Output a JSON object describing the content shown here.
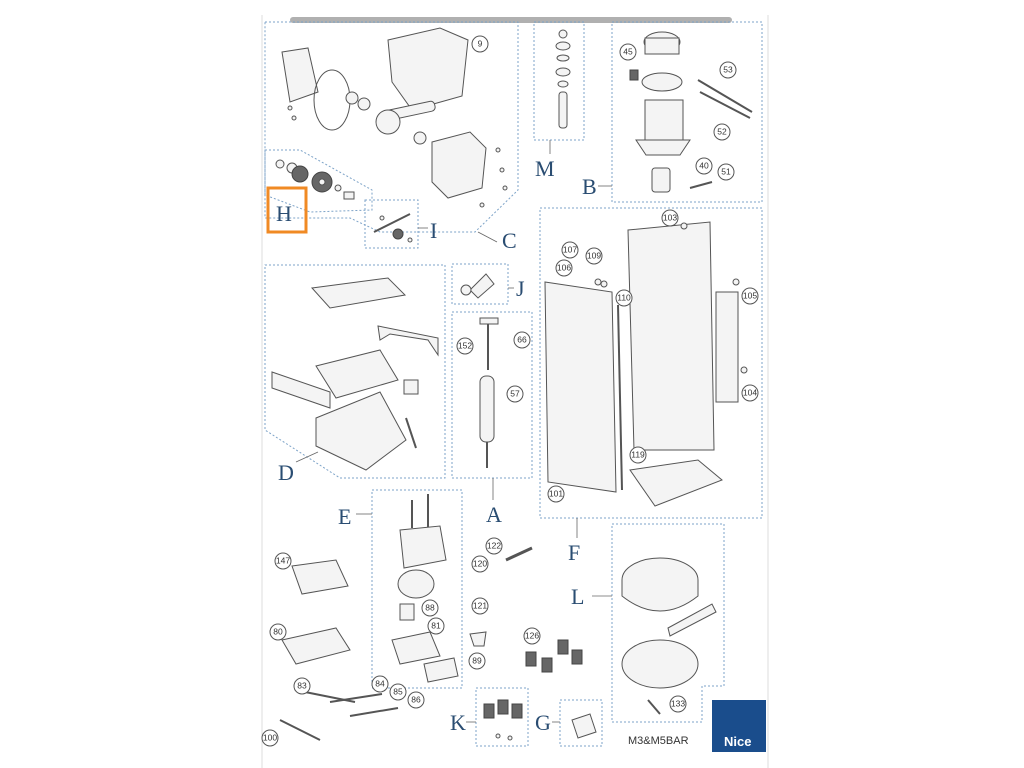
{
  "groups": {
    "A": "A",
    "B": "B",
    "C": "C",
    "D": "D",
    "E": "E",
    "F": "F",
    "G": "G",
    "H": "H",
    "I": "I",
    "J": "J",
    "K": "K",
    "L": "L",
    "M": "M"
  },
  "selected_group": "H",
  "part_numbers": {
    "p9": "9",
    "p45": "45",
    "p53": "53",
    "p52": "52",
    "p40": "40",
    "p51": "51",
    "p103": "103",
    "p107": "107",
    "p109": "109",
    "p106": "106",
    "p110": "110",
    "p105": "105",
    "p152": "152",
    "p66": "66",
    "p57": "57",
    "p104": "104",
    "p119": "119",
    "p101": "101",
    "p122": "122",
    "p120": "120",
    "p147": "147",
    "p88": "88",
    "p121": "121",
    "p80": "80",
    "p81": "81",
    "p126": "126",
    "p89": "89",
    "p83": "83",
    "p84": "84",
    "p85": "85",
    "p86": "86",
    "p133": "133",
    "p100": "100"
  },
  "footer": {
    "model": "M3&M5BAR",
    "brand": "Nice"
  },
  "colors": {
    "group_letter": "#2a4d72",
    "highlight": "#f08a24",
    "group_border": "#7da3c8",
    "brand_bg": "#1a4d8c"
  }
}
